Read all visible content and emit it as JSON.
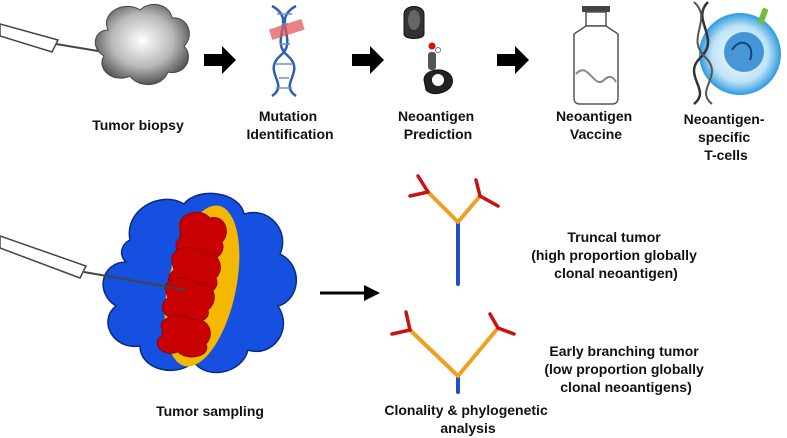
{
  "pipeline": {
    "step1": {
      "lines": [
        "Tumor biopsy"
      ]
    },
    "step2": {
      "lines": [
        "Mutation",
        "Identification"
      ]
    },
    "step3": {
      "lines": [
        "Neoantigen",
        "Prediction"
      ]
    },
    "step4": {
      "lines": [
        "Neoantigen",
        "Vaccine"
      ]
    },
    "step5": {
      "lines": [
        "Neoantigen-",
        "specific",
        "T-cells"
      ]
    }
  },
  "sampling": {
    "label": "Tumor sampling",
    "analysis_lines": [
      "Clonality & phylogenetic",
      "analysis"
    ]
  },
  "trees": {
    "truncal_lines": [
      "Truncal tumor",
      "(high proportion globally",
      "clonal neoantigen)"
    ],
    "branching_lines": [
      "Early branching tumor",
      "(low proportion globally",
      "clonal neoantigens)"
    ]
  },
  "colors": {
    "arrow": "#000000",
    "tumor_blue": "#1550e0",
    "tumor_yellow": "#f5b800",
    "tumor_red": "#c80000",
    "trunk_blue": "#1f4fc8",
    "branch_orange": "#f0a020",
    "tip_red": "#cc1010",
    "dna_blue": "#2d5fb0",
    "cell_blue": "#3aa0e0"
  }
}
